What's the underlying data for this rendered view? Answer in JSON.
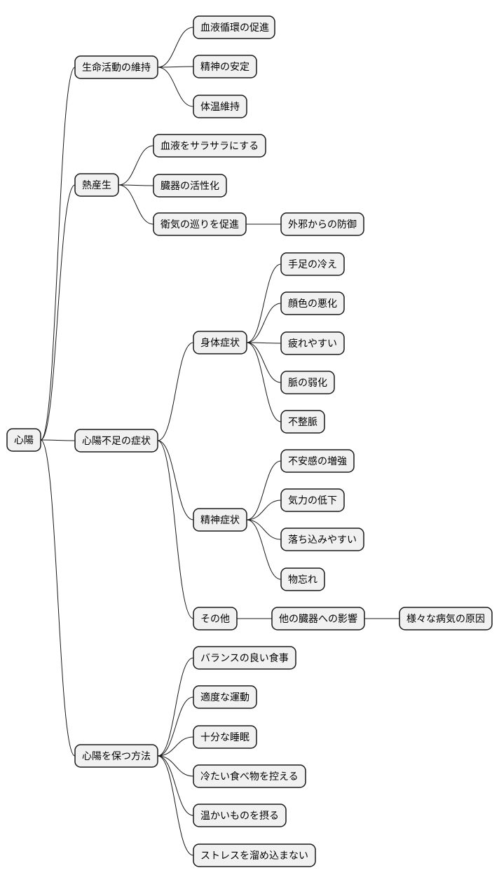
{
  "diagram": {
    "type": "mindmap",
    "root": "心陽",
    "branches": [
      {
        "label": "生命活動の維持",
        "children": [
          {
            "label": "血液循環の促進"
          },
          {
            "label": "精神の安定"
          },
          {
            "label": "体温維持"
          }
        ]
      },
      {
        "label": "熱産生",
        "children": [
          {
            "label": "血液をサラサラにする"
          },
          {
            "label": "臓器の活性化"
          },
          {
            "label": "衛気の巡りを促進",
            "children": [
              {
                "label": "外邪からの防御"
              }
            ]
          }
        ]
      },
      {
        "label": "心陽不足の症状",
        "children": [
          {
            "label": "身体症状",
            "children": [
              {
                "label": "手足の冷え"
              },
              {
                "label": "顔色の悪化"
              },
              {
                "label": "疲れやすい"
              },
              {
                "label": "脈の弱化"
              },
              {
                "label": "不整脈"
              }
            ]
          },
          {
            "label": "精神症状",
            "children": [
              {
                "label": "不安感の増強"
              },
              {
                "label": "気力の低下"
              },
              {
                "label": "落ち込みやすい"
              },
              {
                "label": "物忘れ"
              }
            ]
          },
          {
            "label": "その他",
            "children": [
              {
                "label": "他の臓器への影響",
                "children": [
                  {
                    "label": "様々な病気の原因"
                  }
                ]
              }
            ]
          }
        ]
      },
      {
        "label": "心陽を保つ方法",
        "children": [
          {
            "label": "バランスの良い食事"
          },
          {
            "label": "適度な運動"
          },
          {
            "label": "十分な睡眠"
          },
          {
            "label": "冷たい食べ物を控える"
          },
          {
            "label": "温かいものを摂る"
          },
          {
            "label": "ストレスを溜め込まない"
          }
        ]
      }
    ]
  }
}
